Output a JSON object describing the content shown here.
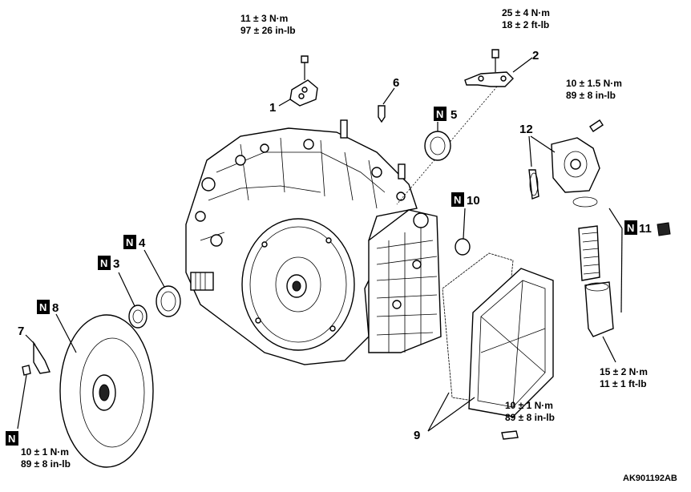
{
  "callouts": {
    "c1": "1",
    "c2": "2",
    "c3": "3",
    "c4": "4",
    "c5": "5",
    "c6": "6",
    "c7": "7",
    "c8": "8",
    "c9": "9",
    "c10": "10",
    "c11": "11",
    "c12": "12"
  },
  "nmark": "N",
  "torques": {
    "t1_nm": "11 ± 3 N·m",
    "t1_inlb": "97 ± 26 in-lb",
    "t2_nm": "25 ± 4 N·m",
    "t2_ftlb": "18 ± 2 ft-lb",
    "t3_nm": "10 ± 1.5 N·m",
    "t3_inlb": "89 ± 8 in-lb",
    "t4_nm": "15 ± 2 N·m",
    "t4_ftlb": "11 ± 1 ft-lb",
    "t5_nm": "10 ± 1 N·m",
    "t5_inlb": "89 ± 8 in-lb",
    "t6_nm": "10 ± 1 N·m",
    "t6_inlb": "89 ± 8 in-lb"
  },
  "figure_code": "AK901192AB"
}
